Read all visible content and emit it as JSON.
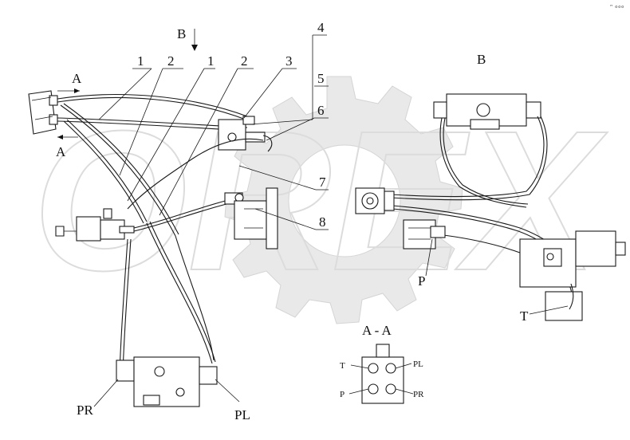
{
  "corner_mark": "ᵔ ◦◦◦",
  "watermark_text": "OREX",
  "view_arrows": {
    "view_b": "B",
    "section_a_top": "A",
    "section_a_bottom": "A"
  },
  "callouts": {
    "n1": "1",
    "n2": "2",
    "n1b": "1",
    "n2b": "2",
    "n3": "3",
    "n4": "4",
    "n5": "5",
    "n6": "6",
    "n7": "7",
    "n8": "8"
  },
  "view_b_label": "B",
  "port_labels": {
    "P": "P",
    "T": "T",
    "PR": "PR",
    "PL": "PL"
  },
  "section_view": {
    "title": "A - A",
    "ports": {
      "T": "T",
      "PL": "PL",
      "P": "P",
      "PR": "PR"
    }
  }
}
